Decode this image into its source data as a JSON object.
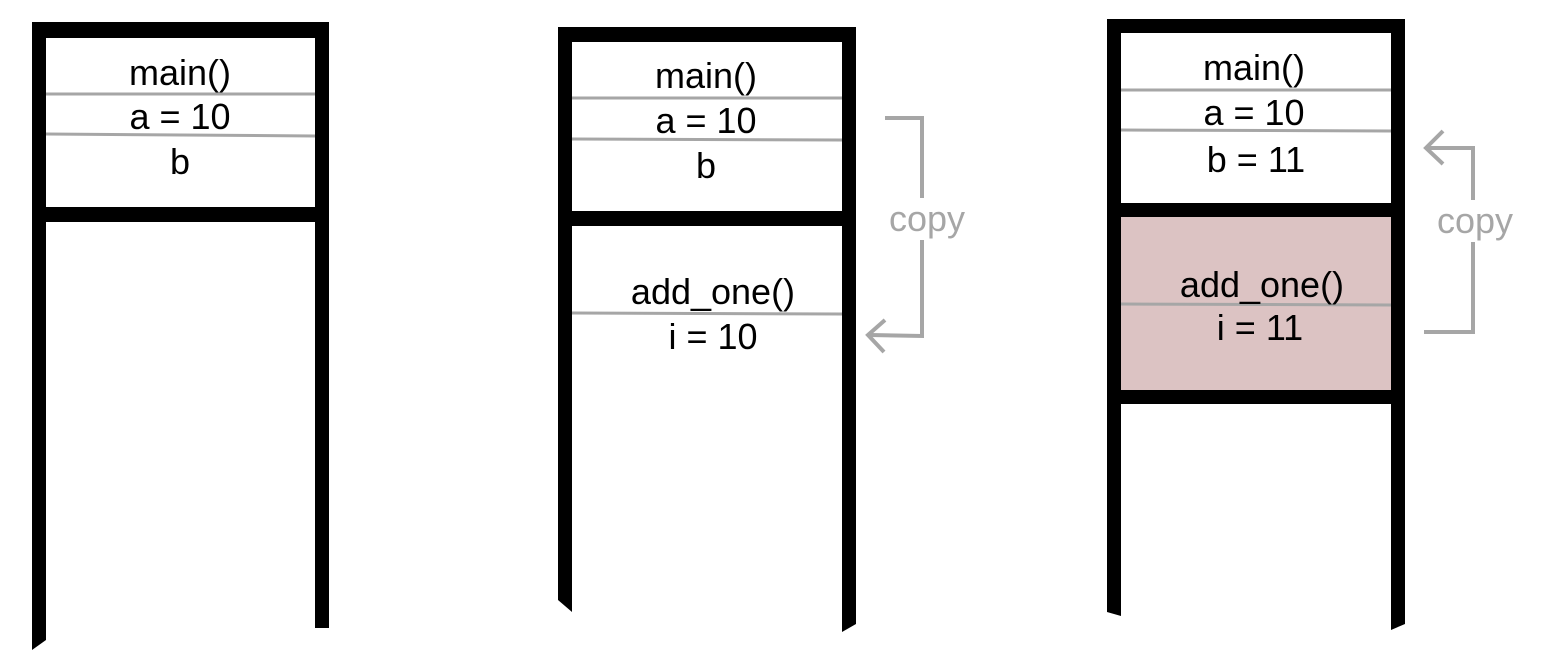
{
  "colors": {
    "stack_border": "#000000",
    "row_divider": "#a6a6a6",
    "copy_arrow": "#a6a6a6",
    "highlight_fill": "#dcc3c3",
    "background": "#ffffff"
  },
  "stacks": [
    {
      "main_frame": {
        "label": "main()",
        "vars": [
          "a = 10",
          "b"
        ]
      }
    },
    {
      "main_frame": {
        "label": "main()",
        "vars": [
          "a = 10",
          "b"
        ]
      },
      "call_frame": {
        "label": "add_one()",
        "vars": [
          "i = 10"
        ]
      },
      "arrow": {
        "label": "copy",
        "direction": "main-to-call"
      }
    },
    {
      "main_frame": {
        "label": "main()",
        "vars": [
          "a = 10",
          "b = 11"
        ]
      },
      "call_frame": {
        "label": "add_one()",
        "vars": [
          "i = 11"
        ],
        "highlighted": true
      },
      "arrow": {
        "label": "copy",
        "direction": "call-to-main"
      }
    }
  ]
}
